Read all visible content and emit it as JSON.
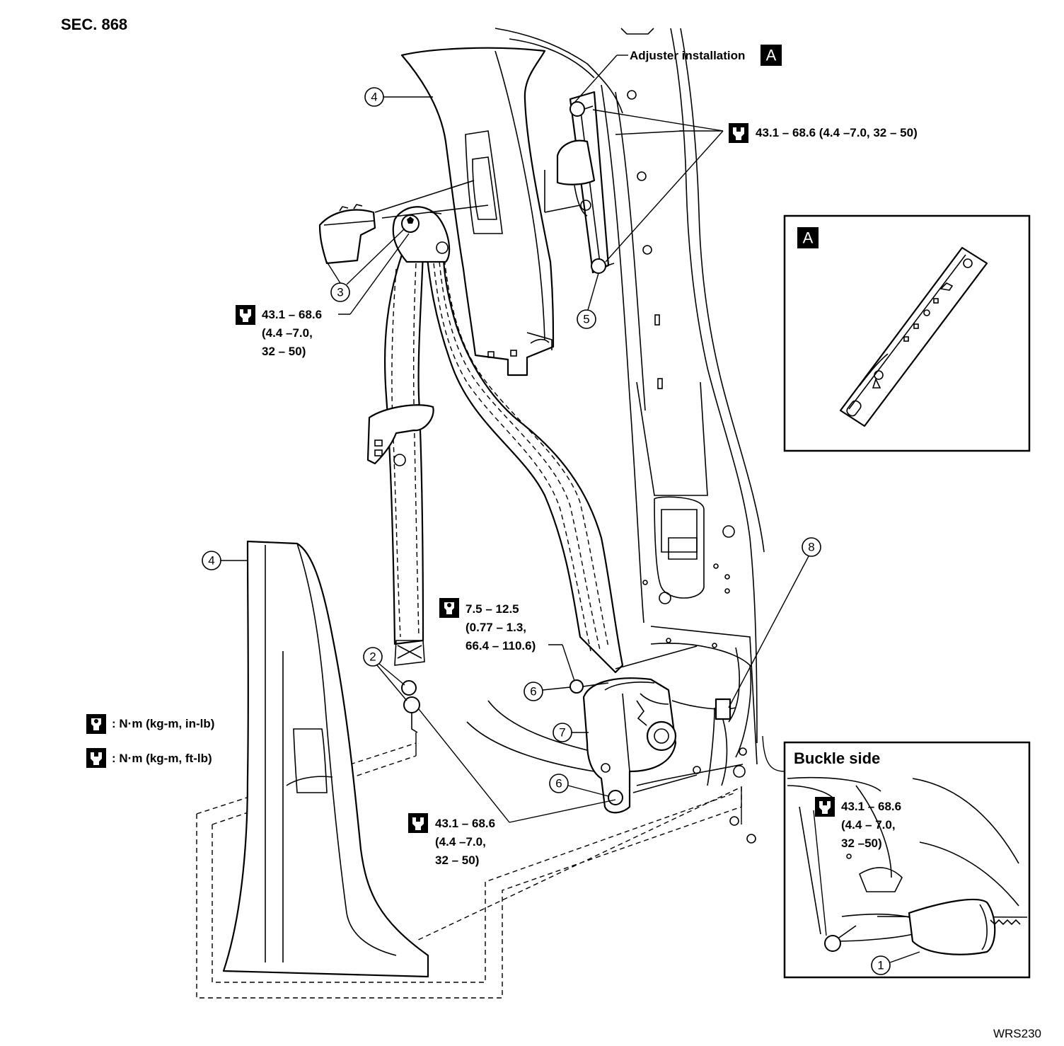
{
  "header": {
    "section": "SEC. 868"
  },
  "figure_code": "WRS230",
  "callouts": {
    "adjuster": {
      "text": "Adjuster installation",
      "ref": "A"
    },
    "inset_a": {
      "ref": "A"
    },
    "buckle": {
      "title": "Buckle side"
    }
  },
  "torque": {
    "adjuster": {
      "line1": "43.1 – 68.6 (4.4 –7.0, 32 – 50)",
      "tool": "wrench-icon"
    },
    "anchor_upper": {
      "line1": "43.1 – 68.6",
      "line2": "(4.4 –7.0,",
      "line3": "32 – 50)",
      "tool": "wrench-icon"
    },
    "retractor_bolt": {
      "line1": "7.5 – 12.5",
      "line2": "(0.77 – 1.3,",
      "line3": "66.4 – 110.6)",
      "tool": "socket-icon"
    },
    "lower_anchor": {
      "line1": "43.1 – 68.6",
      "line2": "(4.4 –7.0,",
      "line3": "32 – 50)",
      "tool": "wrench-icon"
    },
    "buckle": {
      "line1": "43.1 – 68.6",
      "line2": "(4.4 – 7.0,",
      "line3": "32 –50)",
      "tool": "wrench-icon"
    }
  },
  "legend": [
    {
      "icon": "socket-icon",
      "text": ": N·m (kg-m, in-lb)"
    },
    {
      "icon": "wrench-icon",
      "text": ": N·m (kg-m, ft-lb)"
    }
  ],
  "part_numbers": [
    "1",
    "2",
    "3",
    "4",
    "4",
    "5",
    "6",
    "6",
    "7",
    "8"
  ]
}
